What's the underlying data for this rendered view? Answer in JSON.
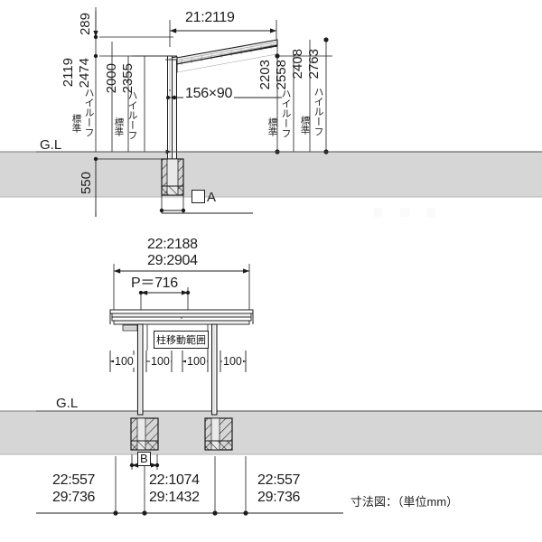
{
  "document": {
    "title": "寸法図：（単位mm）",
    "caption": "寸法図：（単位mm）",
    "unit": "mm"
  },
  "labels": {
    "standard": "標準",
    "high_roof": "ハイルーフ",
    "ground_line": "G.L",
    "post_move_range": "柱移動範囲",
    "marker_a": "A",
    "marker_b": "B",
    "pitch": "P＝716",
    "post_section": "156×90"
  },
  "elevation": {
    "name": "side-elevation",
    "top_offset": "289",
    "roof_span": "21:2119",
    "depth_below_grade": "550",
    "post_size": "156×90",
    "ground_label": "G.L",
    "marker": "A",
    "height_groups": [
      {
        "group": "left-outer",
        "entries": [
          {
            "value": "2119",
            "type": "標準"
          },
          {
            "value": "2474",
            "type": "ハイルーフ"
          }
        ]
      },
      {
        "group": "left-inner",
        "entries": [
          {
            "value": "2000",
            "type": "標準"
          },
          {
            "value": "2355",
            "type": "ハイルーフ"
          }
        ]
      },
      {
        "group": "right-inner",
        "entries": [
          {
            "value": "2203",
            "type": "標準"
          },
          {
            "value": "2558",
            "type": "ハイルーフ"
          }
        ]
      },
      {
        "group": "right-outer",
        "entries": [
          {
            "value": "2408",
            "type": "標準"
          },
          {
            "value": "2763",
            "type": "ハイルーフ"
          }
        ]
      }
    ]
  },
  "front_view": {
    "name": "front-elevation",
    "overall_widths": [
      "22:2188",
      "29:2904"
    ],
    "pitch": "P＝716",
    "post_move_range": "柱移動範囲",
    "move_steps": [
      "100",
      "100",
      "100",
      "100"
    ],
    "ground_label": "G.L",
    "marker": "B",
    "bottom_dimensions": [
      {
        "position": "left",
        "values": [
          "22:557",
          "29:736"
        ]
      },
      {
        "position": "center",
        "values": [
          "22:1074",
          "29:1432"
        ]
      },
      {
        "position": "right",
        "values": [
          "22:557",
          "29:736"
        ]
      }
    ]
  },
  "colors": {
    "line": "#1c1c1c",
    "ground_fill": "#d6d6d6",
    "hatch": "#2a2a2a",
    "background": "#ffffff"
  },
  "chart_data": {
    "type": "table",
    "title": "寸法図：（単位mm）",
    "categories": [
      "標準",
      "ハイルーフ"
    ],
    "series": [
      {
        "name": "left-outer-height",
        "values": [
          2119,
          2474
        ]
      },
      {
        "name": "left-inner-height",
        "values": [
          2000,
          2355
        ]
      },
      {
        "name": "right-inner-height",
        "values": [
          2203,
          2558
        ]
      },
      {
        "name": "right-outer-height",
        "values": [
          2408,
          2763
        ]
      }
    ],
    "annotations": [
      "289",
      "21:2119",
      "550",
      "156×90",
      "22:2188",
      "29:2904",
      "P＝716",
      "22:557",
      "29:736",
      "22:1074",
      "29:1432"
    ],
    "xlabel": "",
    "ylabel": "",
    "grid": false,
    "legend": "none"
  }
}
